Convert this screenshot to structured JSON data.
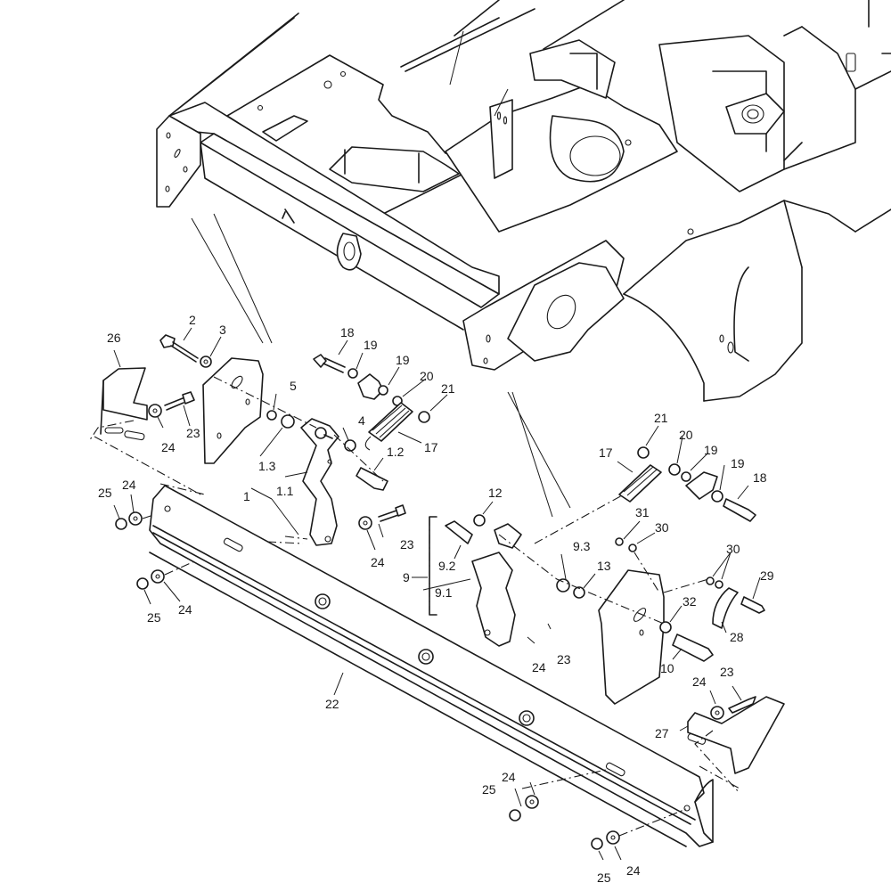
{
  "diagram": {
    "type": "exploded-parts-diagram",
    "subject": "Tractor front frame with deck lift brackets, springs and front guard",
    "line_color": "#1a1a1a",
    "background": "#ffffff",
    "callouts": [
      {
        "id": "c26",
        "label": "26"
      },
      {
        "id": "c2",
        "label": "2"
      },
      {
        "id": "c3",
        "label": "3"
      },
      {
        "id": "c24a",
        "label": "24"
      },
      {
        "id": "c23a",
        "label": "23"
      },
      {
        "id": "c5",
        "label": "5"
      },
      {
        "id": "c1_3",
        "label": "1.3"
      },
      {
        "id": "c4",
        "label": "4"
      },
      {
        "id": "c1_2",
        "label": "1.2"
      },
      {
        "id": "c1_1",
        "label": "1.1"
      },
      {
        "id": "c1",
        "label": "1"
      },
      {
        "id": "c18a",
        "label": "18"
      },
      {
        "id": "c19a",
        "label": "19"
      },
      {
        "id": "c19b",
        "label": "19"
      },
      {
        "id": "c20a",
        "label": "20"
      },
      {
        "id": "c21a",
        "label": "21"
      },
      {
        "id": "c17a",
        "label": "17"
      },
      {
        "id": "c25a",
        "label": "25"
      },
      {
        "id": "c24b",
        "label": "24"
      },
      {
        "id": "c24c",
        "label": "24"
      },
      {
        "id": "c23b",
        "label": "23"
      },
      {
        "id": "c25b",
        "label": "25"
      },
      {
        "id": "c24d",
        "label": "24"
      },
      {
        "id": "c22",
        "label": "22"
      },
      {
        "id": "c12",
        "label": "12"
      },
      {
        "id": "c9_2",
        "label": "9.2"
      },
      {
        "id": "c9",
        "label": "9"
      },
      {
        "id": "c9_1",
        "label": "9.1"
      },
      {
        "id": "c9_3",
        "label": "9.3"
      },
      {
        "id": "c13",
        "label": "13"
      },
      {
        "id": "c17b",
        "label": "17"
      },
      {
        "id": "c21b",
        "label": "21"
      },
      {
        "id": "c20b",
        "label": "20"
      },
      {
        "id": "c19c",
        "label": "19"
      },
      {
        "id": "c19d",
        "label": "19"
      },
      {
        "id": "c18b",
        "label": "18"
      },
      {
        "id": "c31",
        "label": "31"
      },
      {
        "id": "c30a",
        "label": "30"
      },
      {
        "id": "c30b",
        "label": "30"
      },
      {
        "id": "c29",
        "label": "29"
      },
      {
        "id": "c32",
        "label": "32"
      },
      {
        "id": "c28",
        "label": "28"
      },
      {
        "id": "c10",
        "label": "10"
      },
      {
        "id": "c24e",
        "label": "24"
      },
      {
        "id": "c23c",
        "label": "23"
      },
      {
        "id": "c23d",
        "label": "23"
      },
      {
        "id": "c24f",
        "label": "24"
      },
      {
        "id": "c27",
        "label": "27"
      },
      {
        "id": "c25c",
        "label": "25"
      },
      {
        "id": "c24g",
        "label": "24"
      },
      {
        "id": "c25d",
        "label": "25"
      },
      {
        "id": "c24h",
        "label": "24"
      }
    ]
  }
}
